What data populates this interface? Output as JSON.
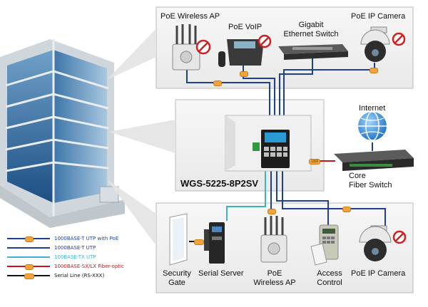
{
  "devices_top": {
    "poe_wireless_ap": "PoE Wireless AP",
    "poe_voip": "PoE VoIP",
    "gigabit_switch_line1": "Gigabit",
    "gigabit_switch_line2": "Ethernet Switch",
    "poe_ip_camera": "PoE IP Camera"
  },
  "center": {
    "model": "WGS-5225-8P2SV",
    "internet": "Internet",
    "core_line1": "Core",
    "core_line2": "Fiber Switch",
    "fiber_badge": "1000"
  },
  "devices_bottom": {
    "security_gate_line1": "Security",
    "security_gate_line2": "Gate",
    "serial_server": "Serial Server",
    "poe_wireless_ap_line1": "PoE",
    "poe_wireless_ap_line2": "Wireless AP",
    "access_control_line1": "Access",
    "access_control_line2": "Control",
    "poe_ip_camera": "PoE IP Camera"
  },
  "legend": [
    {
      "label": "1000BASE-T UTP with PoE",
      "color": "#1f3f8f",
      "badge": true
    },
    {
      "label": "1000BASE-T UTP",
      "color": "#1f3f8f",
      "badge": false
    },
    {
      "label": "100BASE-TX UTP",
      "color": "#3ab3c9",
      "badge": false
    },
    {
      "label": "1000BASE-SX/LX Fiber-optic",
      "color": "#c0161d",
      "badge": true
    },
    {
      "label": "Serial Line (RS-XXX)",
      "color": "#111111",
      "badge": true
    }
  ],
  "colors": {
    "poe_line": "#1f3f8f",
    "utp_line": "#1f3f8f",
    "fast_line": "#3ab3c9",
    "fiber_line": "#c0161d",
    "serial_line": "#111111",
    "badge": "#f2a33a"
  }
}
